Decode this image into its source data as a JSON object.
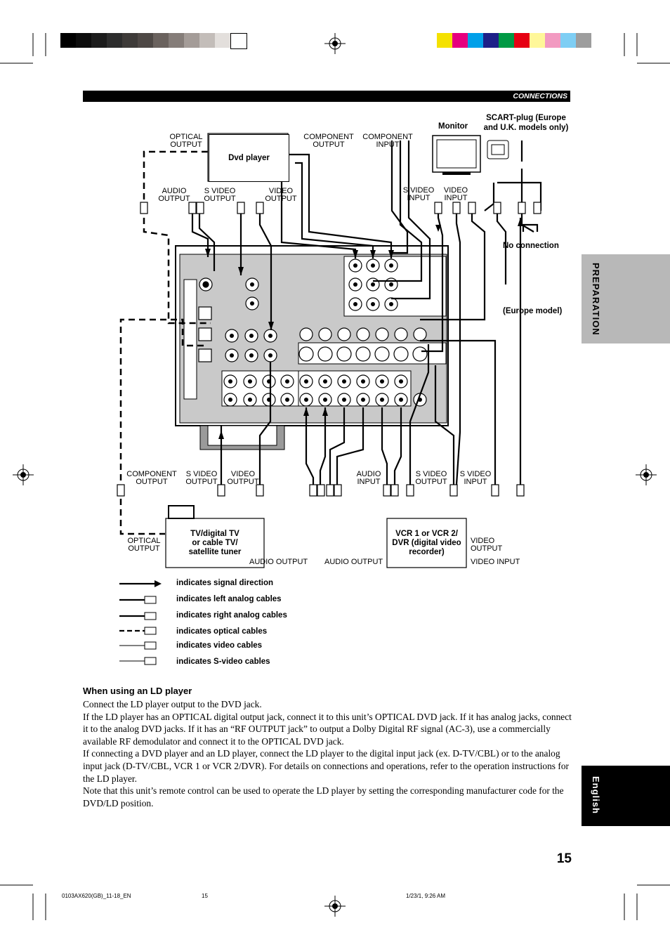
{
  "header": {
    "section": "CONNECTIONS"
  },
  "side_tabs": {
    "preparation": "PREPARATION",
    "english": "English"
  },
  "colors": {
    "gray_bar": [
      "#000000",
      "#0d0d0d",
      "#1c1c1c",
      "#2d2d2d",
      "#3e3b39",
      "#4e4845",
      "#6a625e",
      "#857d79",
      "#a49c98",
      "#c3bdb9",
      "#e3dfdc",
      "#ffffff"
    ],
    "color_bar": [
      "#f4e100",
      "#e6007e",
      "#00a0e9",
      "#1d2088",
      "#009944",
      "#e60012",
      "#fff799",
      "#f29ac1",
      "#7ecef4",
      "#9d9d9d"
    ]
  },
  "devices": {
    "dvd_player": "Dvd player",
    "monitor": "Monitor",
    "scart": "SCART-plug (Europe\nand U.K. models only)",
    "no_connection": "No connection",
    "europe_model": "(Europe model)",
    "tv_tuner": "TV/digital TV\nor cable TV/\nsatellite tuner",
    "vcr": "VCR 1 or VCR 2/\nDVR (digital video\nrecorder)"
  },
  "labels": {
    "optical_output": "Optical\noutput",
    "component_output": "Component\noutput",
    "component_input": "Component\ninput",
    "audio_output": "Audio\noutput",
    "s_video_output": "S video\noutput",
    "video_output": "Video\noutput",
    "s_video_input": "S video\ninput",
    "video_input": "Video\ninput",
    "audio_input": "Audio\ninput",
    "audio_output_1": "Audio output",
    "audio_output_2": "Audio output",
    "video_input_2": "Video input"
  },
  "legend": [
    "indicates signal direction",
    "indicates left analog cables",
    "indicates right analog cables",
    "indicates optical cables",
    "indicates video cables",
    "indicates S-video cables"
  ],
  "ld": {
    "heading": "When using an LD player",
    "paragraphs": [
      "Connect the LD player output to the DVD jack.",
      "If the LD player has an OPTICAL digital output jack, connect it to this unit’s OPTICAL DVD jack. If it has analog jacks, connect it to the analog DVD jacks. If it has an “RF OUTPUT jack” to output a Dolby Digital RF signal (AC-3), use a commercially available RF demodulator and connect it to the OPTICAL DVD jack.",
      "If connecting a DVD player and an LD player, connect the LD player to the digital input jack (ex. D-TV/CBL) or to the analog input jack (D-TV/CBL, VCR 1 or VCR 2/DVR). For details on connections and operations, refer to the operation instructions for the LD player.",
      "Note that this unit’s remote control can be used to operate the LD player by setting the corresponding manufacturer code for the DVD/LD position."
    ]
  },
  "page_number": "15",
  "footer": {
    "file": "0103AX620(GB)_11-18_EN",
    "page": "15",
    "timestamp": "1/23/1, 9:26 AM"
  }
}
